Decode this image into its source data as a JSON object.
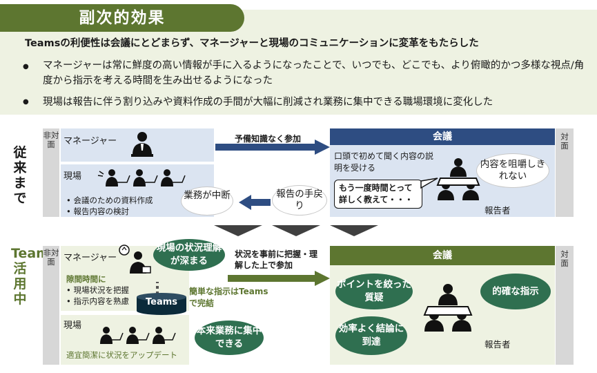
{
  "header": {
    "title": "副次的効果",
    "headline": "Teamsの利便性は会議にとどまらず、マネージャーと現場のコミュニケーションに変革をもたらした",
    "bullets": [
      "マネージャーは常に鮮度の高い情報が手に入るようになったことで、いつでも、どこでも、より俯瞰的かつ多様な視点/角度から指示を考える時間を生み出せるようになった",
      "現場は報告に伴う割り込みや資料作成の手間が大幅に削減され業務に集中できる職場環境に変化した"
    ]
  },
  "before": {
    "side_label": "従来まで",
    "col_left": "非対面",
    "col_right": "対面",
    "manager_label": "マネージャー",
    "field_label": "現場",
    "field_items": [
      "会議のための資料作成",
      "報告内容の検討"
    ],
    "arrow_label": "予備知識なく参加",
    "interrupt_bubble": "業務が中断",
    "rework_bubble": "報告の手戻り",
    "meeting_title": "会議",
    "meeting_note": "口頭で初めて聞く内容の説明を受ける",
    "speech": "もう一度時間とって詳しく教えて・・・",
    "thought": "内容を咀嚼しきれない",
    "reporter": "報告者"
  },
  "after": {
    "side_label": "Teams活用中",
    "col_left": "非対面",
    "col_right": "対面",
    "manager_label": "マネージャー",
    "understanding_bubble": "現場の状況理解が深まる",
    "spare_title": "隙間時間に",
    "spare_items": [
      "現場状況を把握",
      "指示内容を熟慮"
    ],
    "teams_label": "Teams",
    "simple_instruction": "簡単な指示はTeamsで完結",
    "arrow_label": "状況を事前に把握・理解した上で参加",
    "field_label": "現場",
    "field_caption": "適宜簡潔に状況をアップデート",
    "focus_bubble": "本来業務に集中できる",
    "meeting_title": "会議",
    "meeting_bubbles": [
      "ポイントを絞った質疑",
      "的確な指示",
      "効率よく結論に到達"
    ],
    "reporter": "報告者"
  },
  "colors": {
    "brand_green": "#5d7630",
    "navy": "#2e4d82",
    "deep_green": "#2f6f50",
    "light_blue": "#dbe4f1",
    "light_green": "#eef2e2"
  }
}
